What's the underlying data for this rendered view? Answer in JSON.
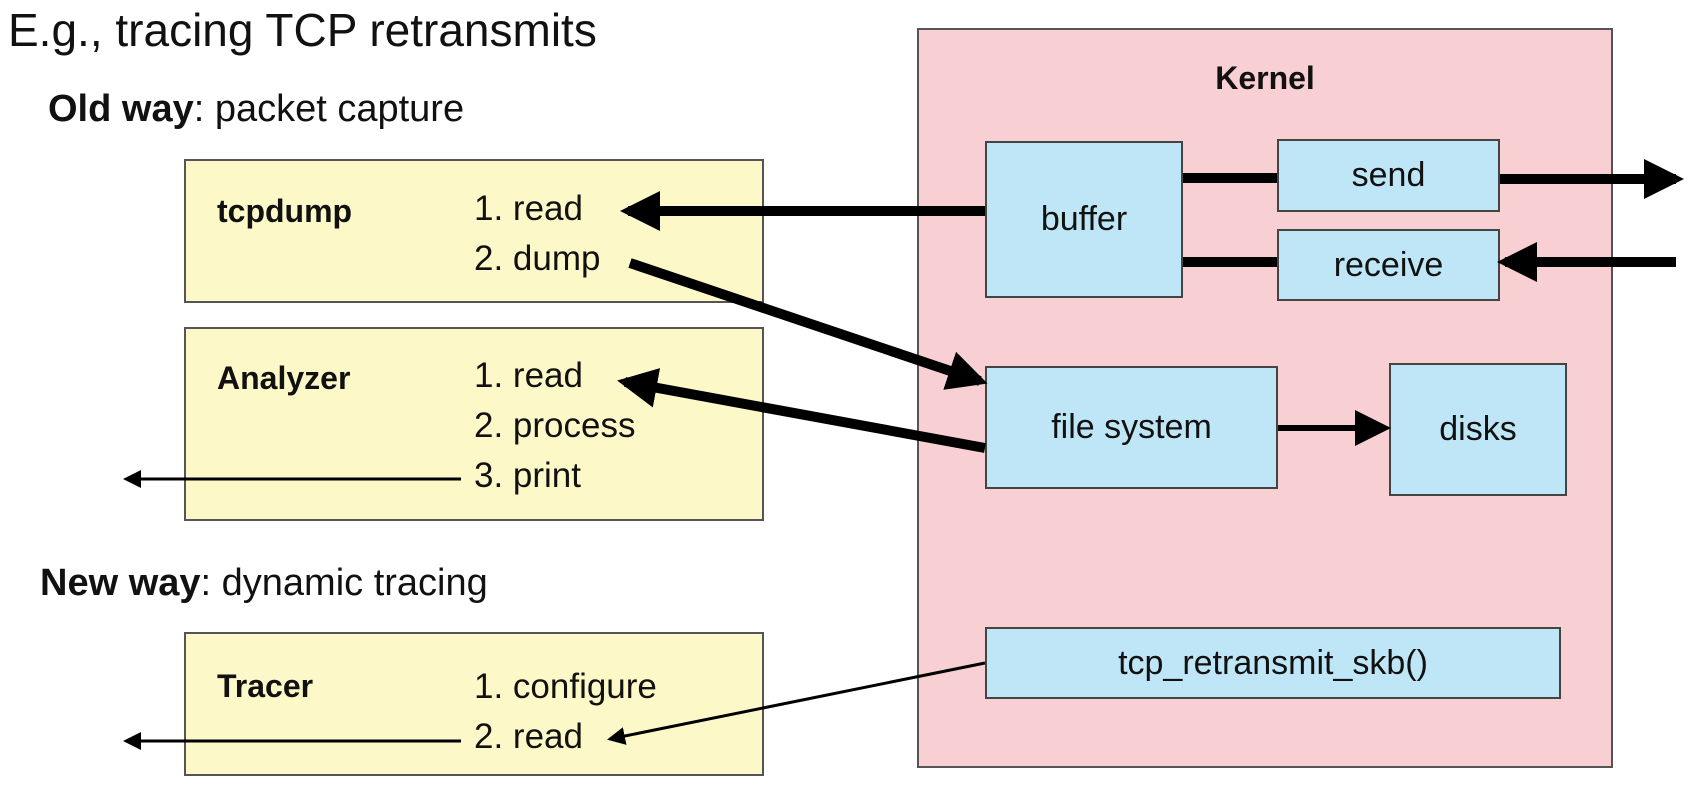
{
  "title": "E.g., tracing TCP retransmits",
  "old_way": {
    "bold": "Old way",
    "rest": ": packet capture"
  },
  "new_way": {
    "bold": "New way",
    "rest": ": dynamic tracing"
  },
  "kernel": {
    "label": "Kernel",
    "buffer": "buffer",
    "send": "send",
    "receive": "receive",
    "file_system": "file system",
    "disks": "disks",
    "probe": "tcp_retransmit_skb()"
  },
  "tcpdump": {
    "name": "tcpdump",
    "steps": [
      "1. read",
      "2. dump"
    ]
  },
  "analyzer": {
    "name": "Analyzer",
    "steps": [
      "1. read",
      "2. process",
      "3. print"
    ]
  },
  "tracer": {
    "name": "Tracer",
    "steps": [
      "1. configure",
      "2. read"
    ]
  },
  "colors": {
    "kernel_bg": "#f8cfd2",
    "app_bg": "#fdf8c8",
    "kernel_box_bg": "#bfe6f6"
  }
}
